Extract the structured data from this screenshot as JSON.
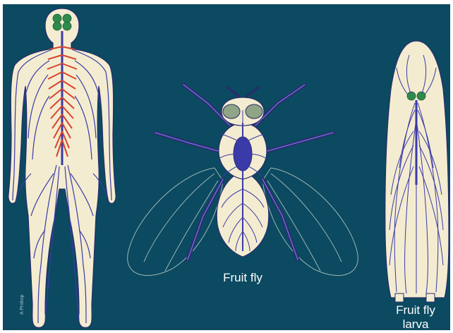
{
  "labels": {
    "fruit_fly": "Fruit fly",
    "fruit_fly_larva_line1": "Fruit fly",
    "fruit_fly_larva_line2": "larva",
    "credit": "A Prokop"
  },
  "colors": {
    "background": "#0b4a60",
    "body_fill": "#f4ecd0",
    "nerve_blue": "#3a3aa8",
    "spinal_red": "#d6452d",
    "brain_green": "#2f8a4c",
    "fly_head_green": "#8fa585",
    "fly_leg": "#2b2b6e"
  },
  "icons": {
    "human": "human-nervous-system-figure",
    "fly": "adult-fruit-fly-figure",
    "larva": "fruit-fly-larva-figure"
  }
}
